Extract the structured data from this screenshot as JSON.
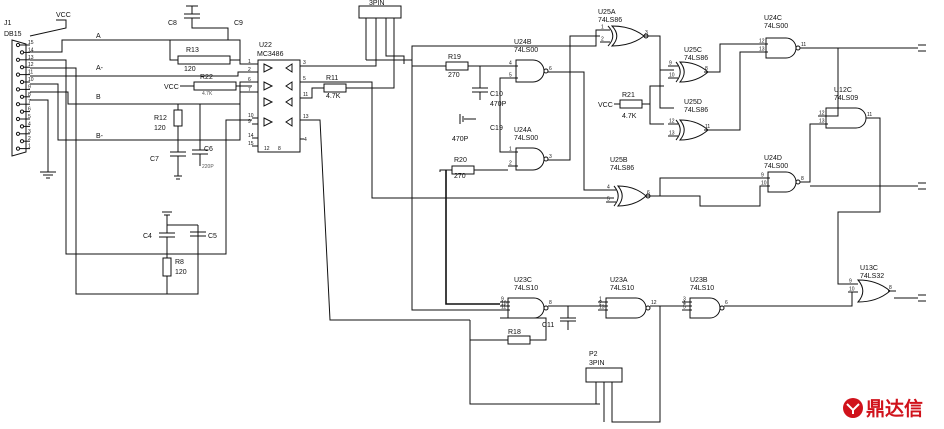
{
  "connector_j1": {
    "ref": "J1",
    "part": "DB15",
    "pins": [
      "15",
      "14",
      "13",
      "12",
      "11",
      "10",
      "9",
      "8",
      "7",
      "6",
      "5",
      "4",
      "3",
      "2",
      "1"
    ]
  },
  "rails": {
    "vcc": "VCC"
  },
  "rs485": {
    "ref": "U22",
    "part": "MC3486",
    "left_pins": [
      "1",
      "2",
      "6",
      "7",
      "10",
      "9",
      "14",
      "15"
    ],
    "right_pins": [
      "3",
      "5",
      "11",
      "13"
    ],
    "extra_pin": "4",
    "bottom_pins": [
      "12",
      "8"
    ],
    "line_labels": [
      "A",
      "A-",
      "B",
      "B-"
    ]
  },
  "passives": {
    "r13": {
      "ref": "R13",
      "value": "120"
    },
    "r22": {
      "ref": "R22",
      "value": "4.7K"
    },
    "r12": {
      "ref": "R12",
      "value": "120"
    },
    "r11": {
      "ref": "R11",
      "value": "4.7K"
    },
    "r19": {
      "ref": "R19",
      "value": "270"
    },
    "r20": {
      "ref": "R20",
      "value": "270"
    },
    "r21": {
      "ref": "R21",
      "value": "4.7K"
    },
    "r8": {
      "ref": "R8",
      "value": "120"
    },
    "r18": {
      "ref": "R18"
    },
    "c8": {
      "ref": "C8"
    },
    "c9": {
      "ref": "C9"
    },
    "c7": {
      "ref": "C7"
    },
    "c6": {
      "ref": "C6",
      "value": "220P"
    },
    "c4": {
      "ref": "C4"
    },
    "c5": {
      "ref": "C5"
    },
    "c10": {
      "ref": "C10",
      "value": "470P"
    },
    "c19": {
      "ref": "C19",
      "value": "470P"
    },
    "c11": {
      "ref": "C11"
    }
  },
  "headers": {
    "top": {
      "label": "3PIN"
    },
    "bottom": {
      "ref": "P2",
      "label": "3PIN"
    }
  },
  "gates": {
    "u25a": {
      "ref": "U25A",
      "part": "74LS86",
      "pins": [
        "1",
        "2",
        "3"
      ]
    },
    "u24b": {
      "ref": "U24B",
      "part": "74LS00",
      "pins": [
        "4",
        "5",
        "6"
      ]
    },
    "u24a": {
      "ref": "U24A",
      "part": "74LS00",
      "pins": [
        "1",
        "2",
        "3"
      ]
    },
    "u25c": {
      "ref": "U25C",
      "part": "74LS86",
      "pins": [
        "9",
        "10",
        "8"
      ]
    },
    "u25d": {
      "ref": "U25D",
      "part": "74LS86",
      "pins": [
        "12",
        "13",
        "11"
      ]
    },
    "u25b": {
      "ref": "U25B",
      "part": "74LS86",
      "pins": [
        "4",
        "5",
        "6"
      ]
    },
    "u24c": {
      "ref": "U24C",
      "part": "74LS00",
      "pins": [
        "12",
        "13",
        "11"
      ]
    },
    "u24d": {
      "ref": "U24D",
      "part": "74LS00",
      "pins": [
        "9",
        "10",
        "8"
      ]
    },
    "u12c": {
      "ref": "U12C",
      "part": "74LS09",
      "pins": [
        "12",
        "13",
        "11"
      ]
    },
    "u23c": {
      "ref": "U23C",
      "part": "74LS10",
      "pins": [
        "9",
        "10",
        "11",
        "8"
      ]
    },
    "u23a": {
      "ref": "U23A",
      "part": "74LS10",
      "pins": [
        "1",
        "2",
        "13",
        "12"
      ]
    },
    "u23b": {
      "ref": "U23B",
      "part": "74LS10",
      "pins": [
        "3",
        "4",
        "5",
        "6"
      ]
    },
    "u13c": {
      "ref": "U13C",
      "part": "74LS32",
      "pins": [
        "9",
        "10",
        "8"
      ]
    }
  },
  "watermark": {
    "text": "鼎达信"
  }
}
